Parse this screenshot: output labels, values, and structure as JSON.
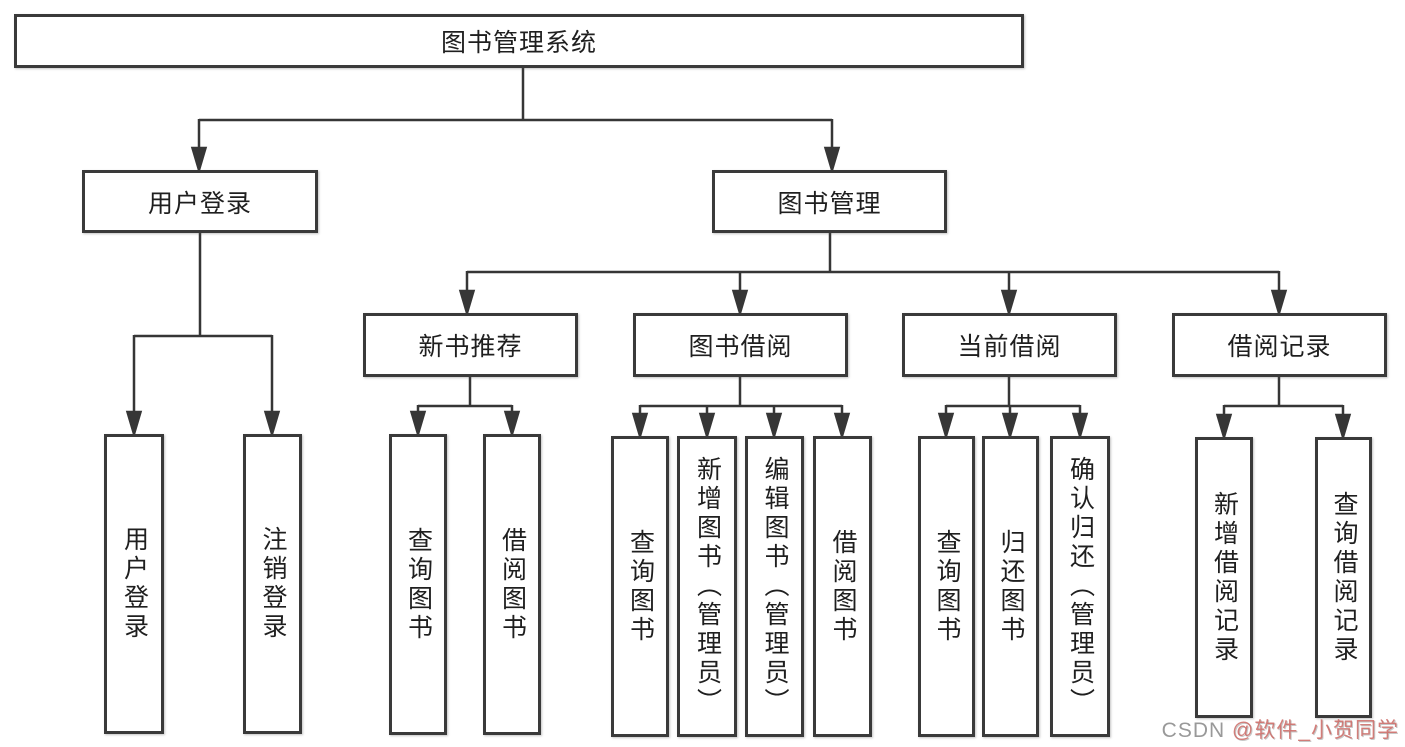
{
  "tree": {
    "root": {
      "label": "图书管理系统",
      "children": [
        {
          "label": "用户登录",
          "children": [
            {
              "label": "用户登录"
            },
            {
              "label": "注销登录"
            }
          ]
        },
        {
          "label": "图书管理",
          "children": [
            {
              "label": "新书推荐",
              "children": [
                {
                  "label": "查询图书"
                },
                {
                  "label": "借阅图书"
                }
              ]
            },
            {
              "label": "图书借阅",
              "children": [
                {
                  "label": "查询图书"
                },
                {
                  "label": "新增图书（管理员）"
                },
                {
                  "label": "编辑图书（管理员）"
                },
                {
                  "label": "借阅图书"
                }
              ]
            },
            {
              "label": "当前借阅",
              "children": [
                {
                  "label": "查询图书"
                },
                {
                  "label": "归还图书"
                },
                {
                  "label": "确认归还（管理员）"
                }
              ]
            },
            {
              "label": "借阅记录",
              "children": [
                {
                  "label": "新增借阅记录"
                },
                {
                  "label": "查询借阅记录"
                }
              ]
            }
          ]
        }
      ]
    }
  },
  "watermark": {
    "prefix": "CSDN ",
    "handle": "@软件_小贺同学"
  },
  "colors": {
    "line": "#363636",
    "border": "#3a3a3a",
    "text": "#1f1f1f",
    "watermark_gray": "#949494",
    "watermark_red": "#cd6964"
  }
}
